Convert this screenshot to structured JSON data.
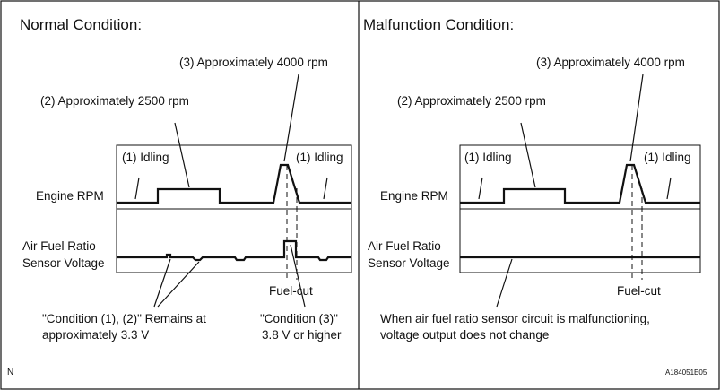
{
  "figure_code": "A184051E05",
  "corner_mark": "N",
  "panels": [
    {
      "id": "normal",
      "title": "Normal Condition:",
      "labels": {
        "rpm_4000": "(3) Approximately 4000 rpm",
        "rpm_2500": "(2) Approximately 2500 rpm",
        "idle_left": "(1) Idling",
        "idle_right": "(1) Idling",
        "engine_rpm": "Engine RPM",
        "afr_line1": "Air Fuel Ratio",
        "afr_line2": "Sensor Voltage",
        "fuel_cut": "Fuel-cut"
      },
      "notes": {
        "cond12_line1": "\"Condition (1), (2)\" Remains at",
        "cond12_line2": "approximately 3.3 V",
        "cond3_line1": "\"Condition (3)\"",
        "cond3_line2": "3.8 V or higher"
      }
    },
    {
      "id": "malfunction",
      "title": "Malfunction Condition:",
      "labels": {
        "rpm_4000": "(3) Approximately 4000 rpm",
        "rpm_2500": "(2) Approximately 2500 rpm",
        "idle_left": "(1) Idling",
        "idle_right": "(1) Idling",
        "engine_rpm": "Engine RPM",
        "afr_line1": "Air Fuel Ratio",
        "afr_line2": "Sensor Voltage",
        "fuel_cut": "Fuel-cut"
      },
      "notes": {
        "malf_line1": "When air fuel ratio sensor circuit is malfunctioning,",
        "malf_line2": "voltage output does not change"
      }
    }
  ]
}
